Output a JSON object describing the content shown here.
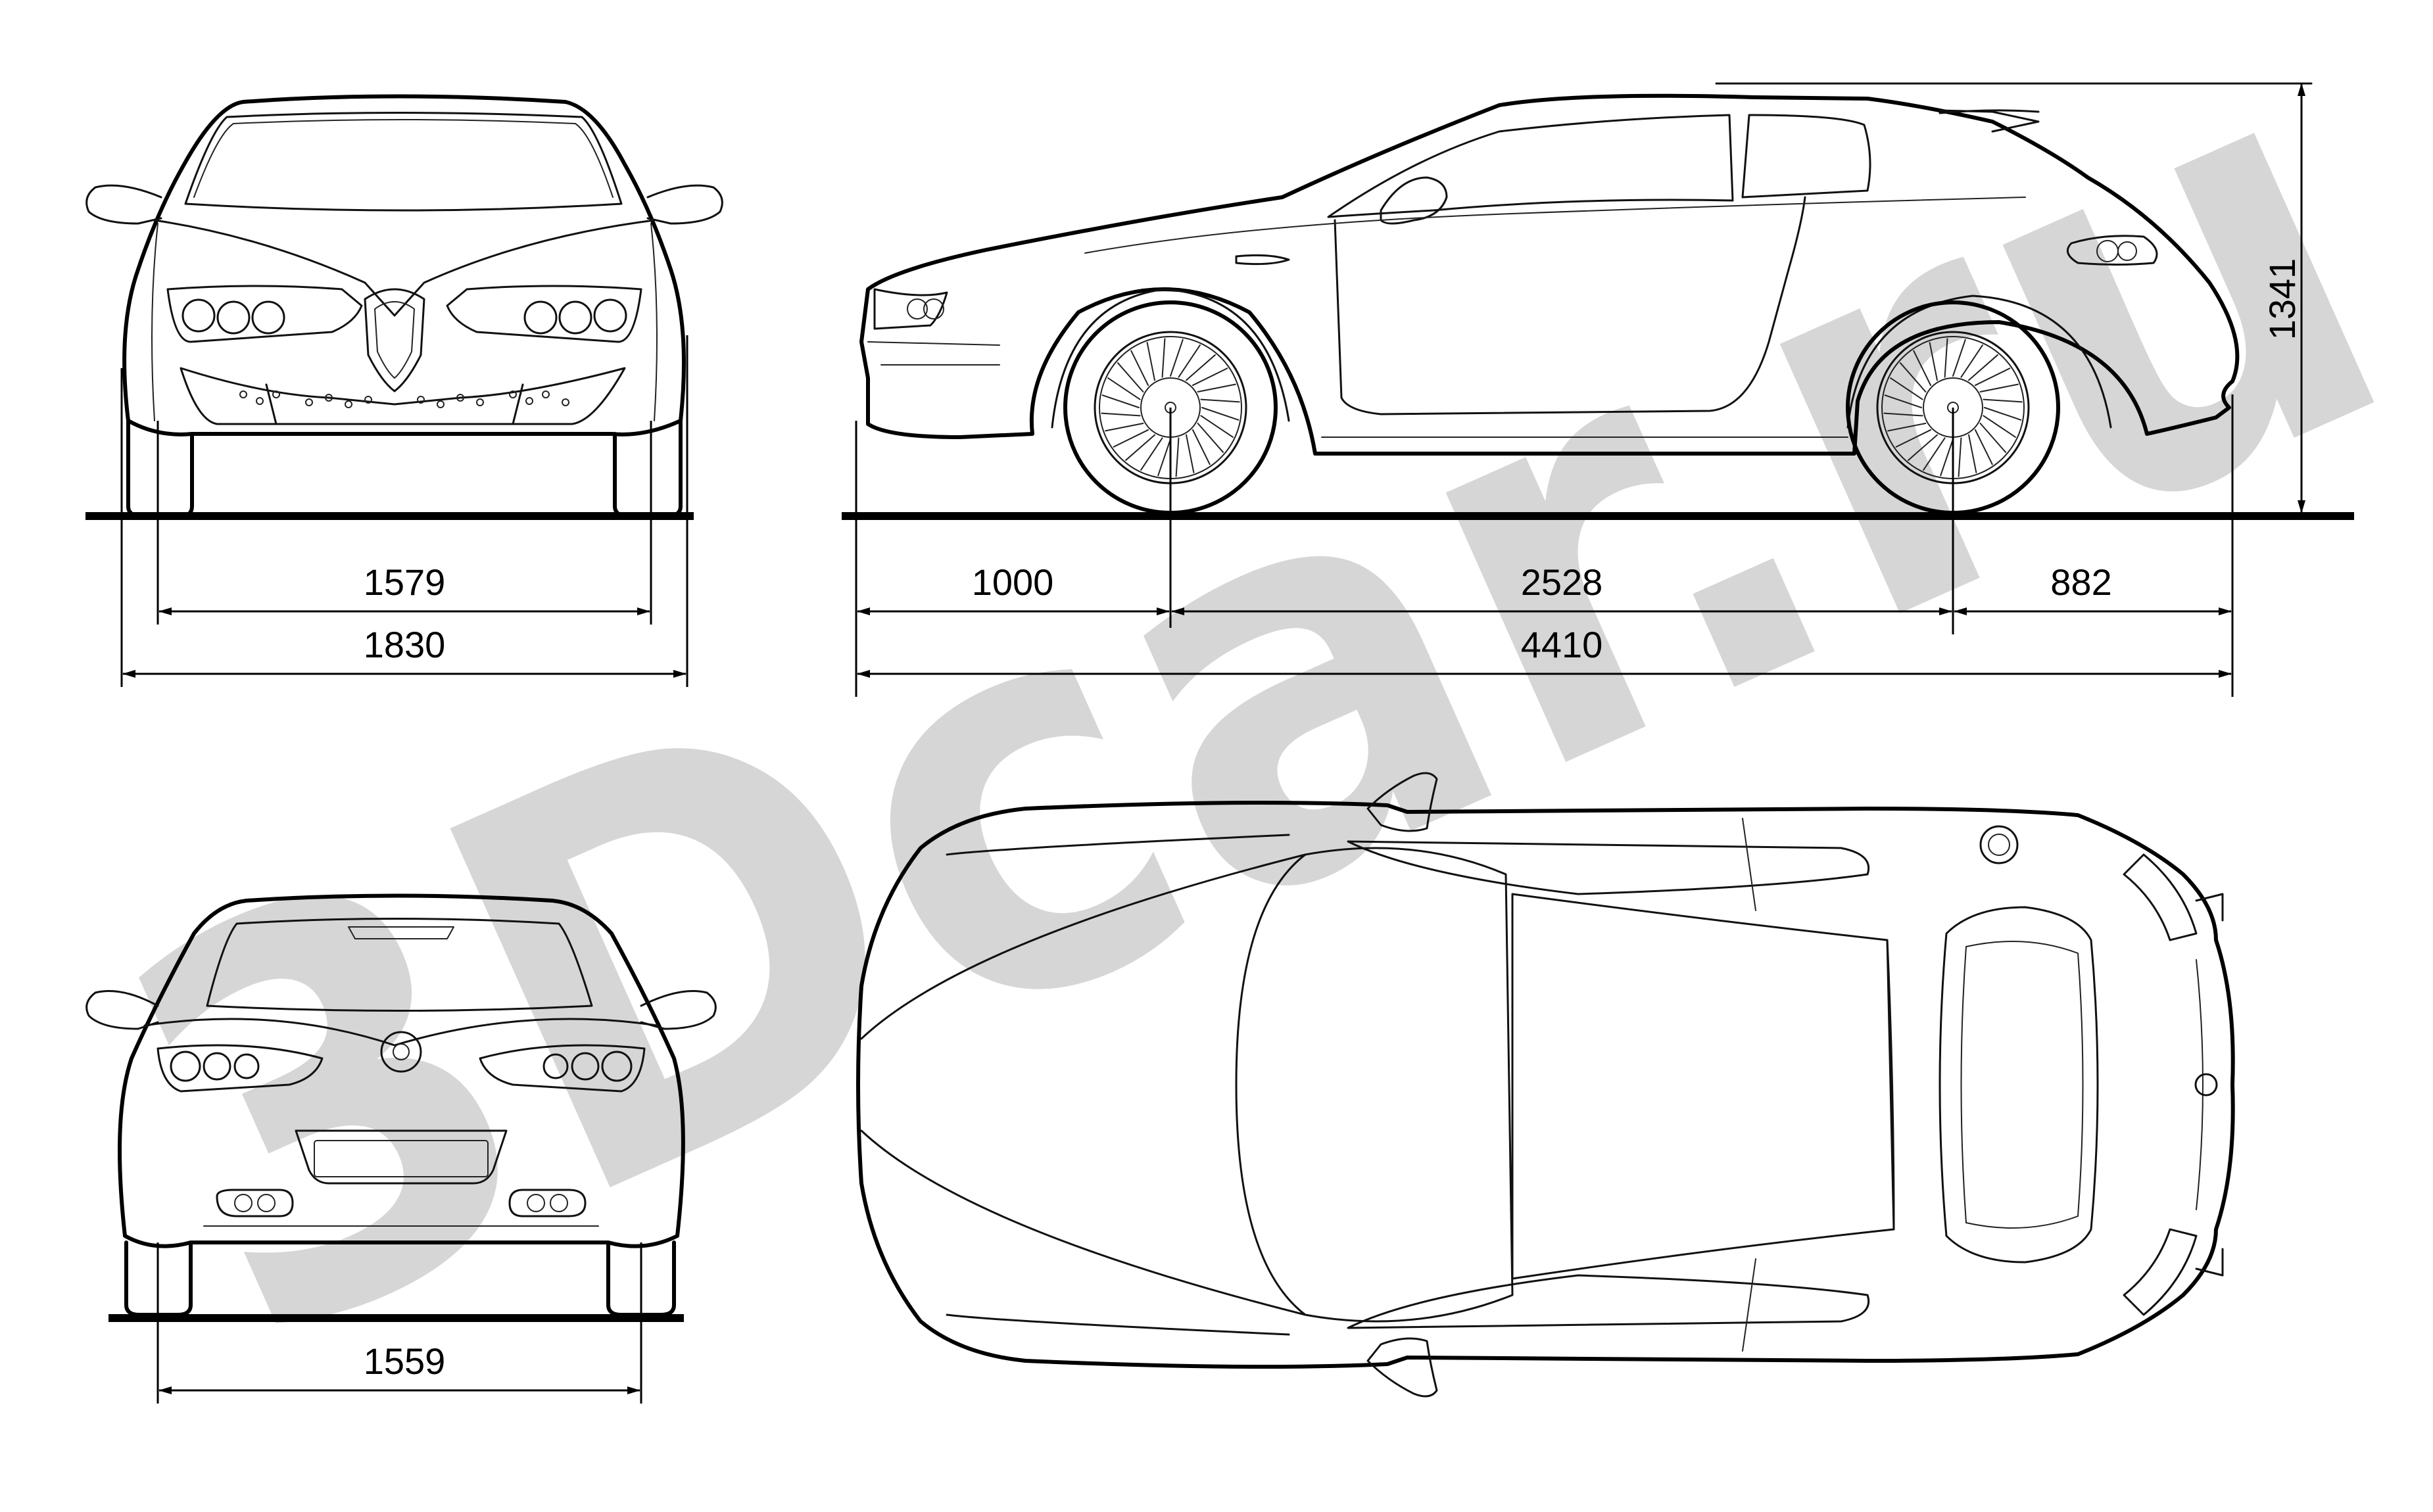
{
  "watermark": {
    "text": "3Dcar.ru",
    "color": "#cfcfcf"
  },
  "line_color": "#000000",
  "background_color": "#ffffff",
  "views": [
    "front",
    "side",
    "rear",
    "top"
  ],
  "dimensions": {
    "front_track": "1579",
    "front_width": "1830",
    "front_overhang": "1000",
    "wheelbase": "2528",
    "rear_overhang": "882",
    "overall_length": "4410",
    "height": "1341",
    "rear_track": "1559"
  }
}
